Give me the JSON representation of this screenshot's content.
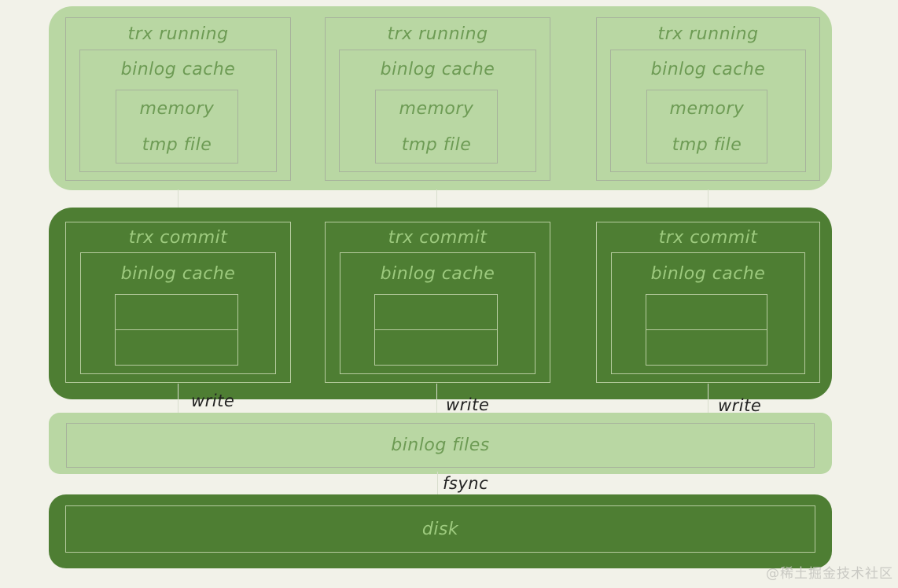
{
  "diagram": {
    "top_columns": [
      {
        "title": "trx running",
        "cache": "binlog cache",
        "mem": "memory",
        "tmp": "tmp file"
      },
      {
        "title": "trx running",
        "cache": "binlog cache",
        "mem": "memory",
        "tmp": "tmp file"
      },
      {
        "title": "trx running",
        "cache": "binlog cache",
        "mem": "memory",
        "tmp": "tmp file"
      }
    ],
    "mid_columns": [
      {
        "title": "trx commit",
        "cache": "binlog cache"
      },
      {
        "title": "trx commit",
        "cache": "binlog cache"
      },
      {
        "title": "trx commit",
        "cache": "binlog cache"
      }
    ],
    "write_labels": [
      "write",
      "write",
      "write"
    ],
    "binlog_files_label": "binlog files",
    "fsync_label": "fsync",
    "disk_label": "disk",
    "watermark": "@稀土掘金技术社区"
  },
  "colors": {
    "background": "#f2f2e9",
    "light_band": "#b9d7a3",
    "dark_band": "#4e7e33",
    "light_band_border": "#a7b29c",
    "dark_band_border": "#b6cc9f",
    "light_band_text": "#6d9b54",
    "dark_band_text": "#9dca7e",
    "flow_label_text": "#222222",
    "arrow_line": "#d8decd",
    "arrow_head": "#b3c2a2",
    "watermark_text": "#c9c9c3"
  }
}
